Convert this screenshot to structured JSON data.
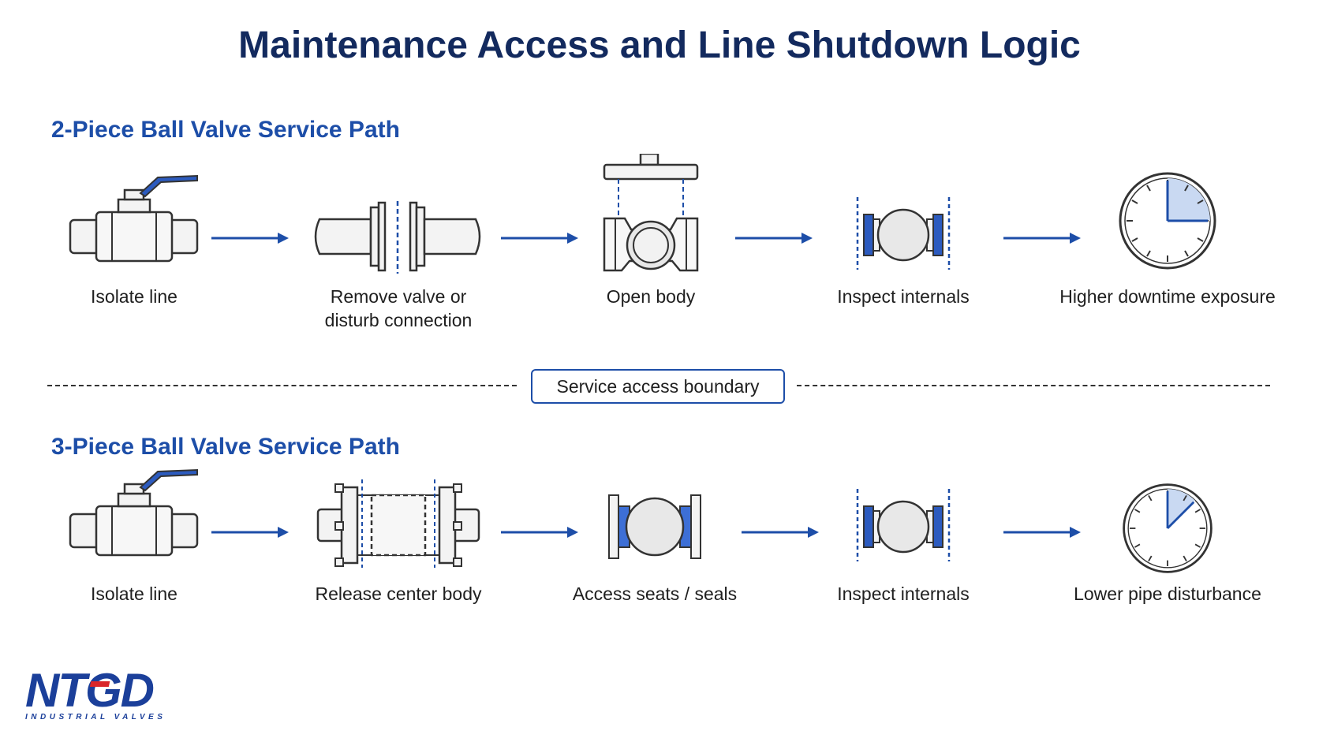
{
  "title": "Maintenance Access and Line Shutdown Logic",
  "section_2pc": {
    "title": "2-Piece Ball Valve Service Path",
    "steps": [
      {
        "label": "Isolate line",
        "icon": "ball-valve-with-handle-icon"
      },
      {
        "label": "Remove valve or disturb connection",
        "icon": "separated-pipe-connection-icon"
      },
      {
        "label": "Open body",
        "icon": "open-valve-body-icon"
      },
      {
        "label": "Inspect internals",
        "icon": "ball-and-seats-icon"
      },
      {
        "label": "Higher downtime exposure",
        "icon": "clock-quarter-icon"
      }
    ]
  },
  "boundary": {
    "label": "Service access boundary"
  },
  "section_3pc": {
    "title": "3-Piece Ball Valve Service Path",
    "steps": [
      {
        "label": "Isolate line",
        "icon": "ball-valve-with-handle-icon"
      },
      {
        "label": "Release center body",
        "icon": "three-piece-center-body-icon"
      },
      {
        "label": "Access seats / seals",
        "icon": "ball-and-seats-icon"
      },
      {
        "label": "Inspect internals",
        "icon": "ball-and-seats-icon"
      },
      {
        "label": "Lower pipe disturbance",
        "icon": "clock-eighth-icon"
      }
    ]
  },
  "logo": {
    "brand": "NTGD",
    "tagline": "INDUSTRIAL VALVES"
  },
  "colors": {
    "title": "#132a5e",
    "accent": "#1d4ea8",
    "seat": "#3d6fd6",
    "line": "#333333"
  }
}
